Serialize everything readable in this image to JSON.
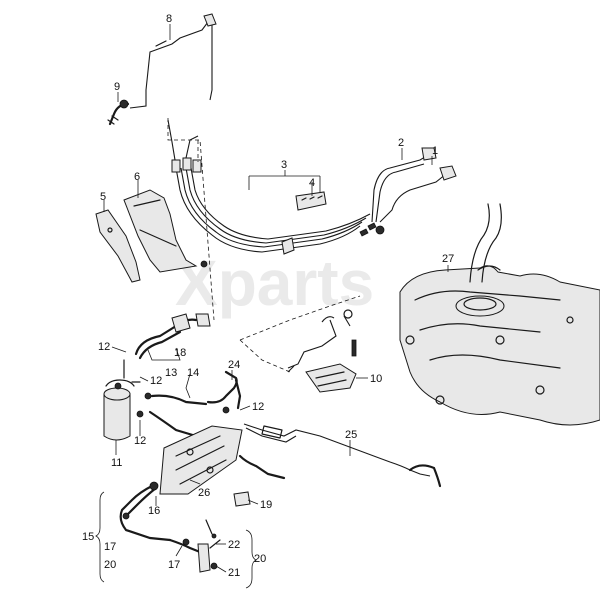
{
  "watermark": "Xparts",
  "callouts": [
    "1",
    "2",
    "3",
    "4",
    "5",
    "6",
    "8",
    "9",
    "10",
    "11",
    "12",
    "13",
    "14",
    "15",
    "16",
    "17",
    "18",
    "19",
    "20",
    "21",
    "22",
    "24",
    "25",
    "26",
    "27"
  ],
  "labels": {
    "c1": "1",
    "c2": "2",
    "c3": "3",
    "c4": "4",
    "c5": "5",
    "c6": "6",
    "c8": "8",
    "c9": "9",
    "c10": "10",
    "c11": "11",
    "c12a": "12",
    "c12b": "12",
    "c12c": "12",
    "c12d": "12",
    "c13": "13",
    "c14": "14",
    "c15": "15",
    "c16": "16",
    "c17a": "17",
    "c17b": "17",
    "c18": "18",
    "c19": "19",
    "c20a": "20",
    "c20b": "20",
    "c21": "21",
    "c22": "22",
    "c24": "24",
    "c25": "25",
    "c26": "26",
    "c27": "27"
  },
  "colors": {
    "line": "#1a1a1a",
    "tank_fill": "#d8d8d8",
    "watermark": "#d9d9d9",
    "background": "#ffffff"
  }
}
